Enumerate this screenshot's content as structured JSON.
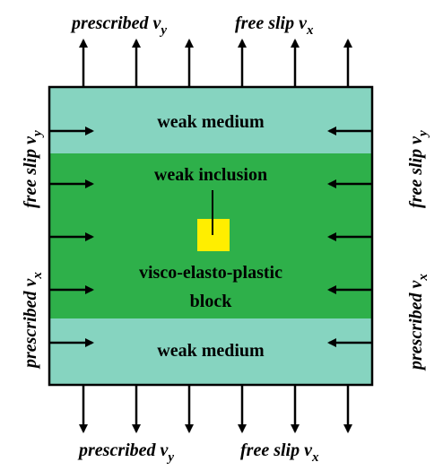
{
  "colors": {
    "weak_medium": "#86d4c0",
    "block": "#2eb04a",
    "inclusion": "#ffee00",
    "border": "#000000"
  },
  "regions": {
    "top_medium": "weak medium",
    "bottom_medium": "weak medium",
    "inclusion": "weak inclusion",
    "block_line1": "visco-elasto-plastic",
    "block_line2": "block"
  },
  "boundary_conditions": {
    "top_left": {
      "text": "prescribed v",
      "sub": "y"
    },
    "top_right": {
      "text": "free slip v",
      "sub": "x"
    },
    "bottom_left": {
      "text": "prescribed v",
      "sub": "y"
    },
    "bottom_right": {
      "text": "free slip v",
      "sub": "x"
    },
    "left_upper": {
      "text": "free slip v",
      "sub": "y"
    },
    "left_lower": {
      "text": "prescribed v",
      "sub": "x"
    },
    "right_upper": {
      "text": "free slip v",
      "sub": "y"
    },
    "right_lower": {
      "text": "prescribed v",
      "sub": "x"
    }
  },
  "arrows": {
    "top_count": 6,
    "bottom_count": 6,
    "left_count": 5,
    "right_count": 5
  }
}
